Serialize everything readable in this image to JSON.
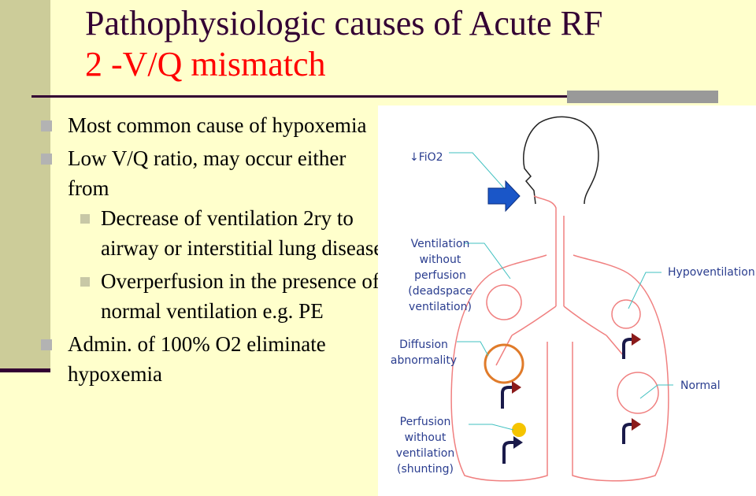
{
  "title": {
    "line1": "Pathophysiologic causes of Acute RF",
    "line2": "2 -V/Q mismatch"
  },
  "bullets": [
    {
      "text": "Most common cause of hypoxemia"
    },
    {
      "text": "Low V/Q ratio, may occur either from",
      "sub": [
        "Decrease of ventilation 2ry to airway or interstitial lung disease",
        "Overperfusion in the presence of normal ventilation e.g. PE"
      ]
    },
    {
      "text": "Admin. of 100% O2 eliminate hypoxemia"
    }
  ],
  "figure": {
    "fio2": "↓FiO2",
    "vent_no_perf": "Ventilation without perfusion (deadspace ventilation)",
    "diffusion": "Diffusion abnormality",
    "perf_no_vent": "Perfusion without ventilation (shunting)",
    "hypovent": "Hypoventilation",
    "normal": "Normal"
  },
  "colors": {
    "background": "#ffffcc",
    "band": "#cccc99",
    "title_dark": "#330033",
    "title_red": "#ff0000",
    "figure_label": "#2a3d8f",
    "lung_outline": "#f08080",
    "arrow_blue": "#1a56c8",
    "arrow_dark": "#1a1a4a",
    "arrow_red": "#8b1a1a",
    "diffusion_ring": "#e07b2a",
    "shunt_dot": "#f5c400"
  }
}
